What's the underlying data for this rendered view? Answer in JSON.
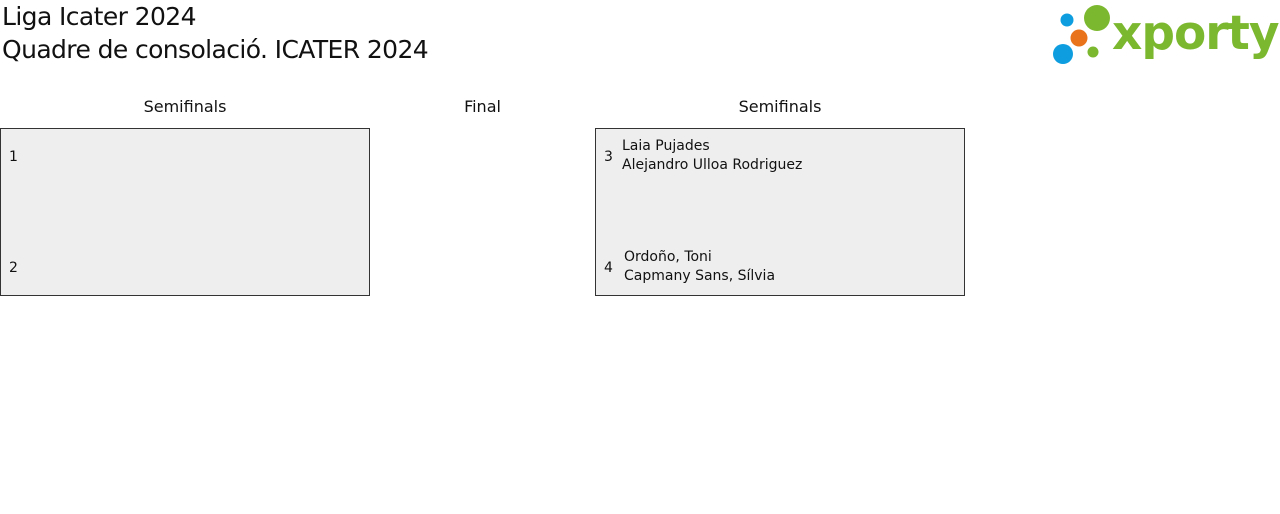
{
  "header": {
    "title": "Liga Icater 2024",
    "subtitle": "Quadre de consolació. ICATER 2024"
  },
  "logo": {
    "text": "xporty",
    "colors": {
      "green": "#7cb82f",
      "orange": "#e8731a",
      "blue": "#0e9ee0"
    }
  },
  "rounds": {
    "left": "Semifinals",
    "final": "Final",
    "right": "Semifinals"
  },
  "matches": {
    "left": {
      "top": {
        "seed": "1",
        "players": []
      },
      "bottom": {
        "seed": "2",
        "players": []
      }
    },
    "right": {
      "top": {
        "seed": "3",
        "players": [
          "Laia Pujades",
          "Alejandro Ulloa Rodriguez"
        ]
      },
      "bottom": {
        "seed": "4",
        "players": [
          "Ordoño, Toni",
          "Capmany Sans, Sílvia"
        ]
      }
    }
  },
  "colors": {
    "box_background": "#eeeeee",
    "box_border": "#333333"
  }
}
